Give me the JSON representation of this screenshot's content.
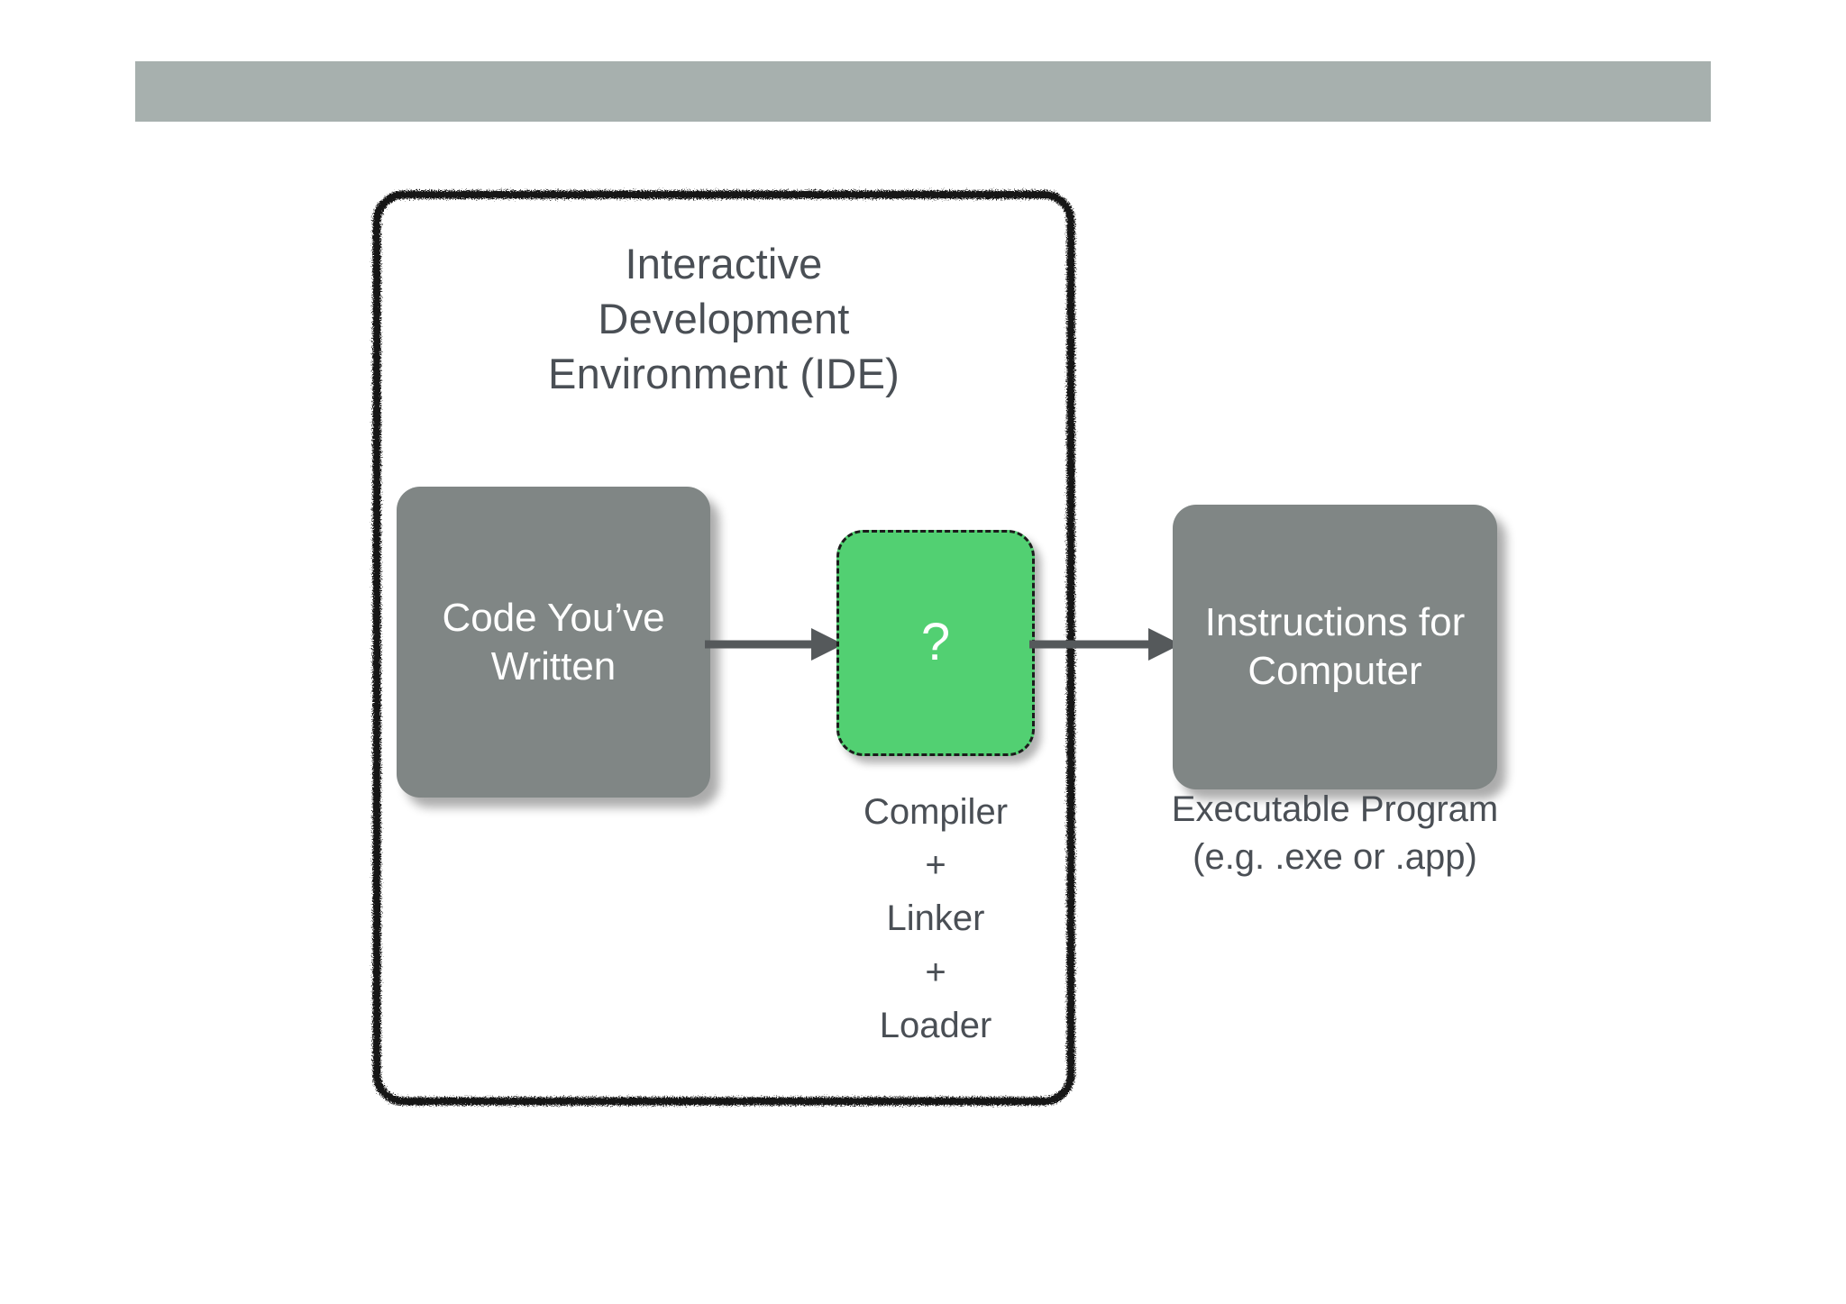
{
  "header": {
    "title": ""
  },
  "ide": {
    "title_lines": [
      "Interactive",
      "Development",
      "Environment (IDE)"
    ],
    "title_text": "Interactive Development Environment (IDE)"
  },
  "diagram": {
    "boxes": [
      {
        "id": "code",
        "label": "Code You’ve Written",
        "label_lines": [
          "Code You’ve",
          "Written"
        ],
        "fill": "#808685",
        "text_color": "#ffffff"
      },
      {
        "id": "toolchain",
        "label": "?",
        "fill": "#52d072",
        "border": "#1c1c1c",
        "border_style": "dashed",
        "text_color": "#ffffff"
      },
      {
        "id": "instructions",
        "label": "Instructions for Computer",
        "label_lines": [
          "Instructions for",
          "Computer"
        ],
        "fill": "#808685",
        "text_color": "#ffffff"
      }
    ],
    "captions": {
      "toolchain_lines": [
        "Compiler",
        "+",
        "Linker",
        "+",
        "Loader"
      ],
      "toolchain_text": "Compiler + Linker + Loader",
      "executable_lines": [
        "Executable Program",
        "(e.g. .exe or .app)"
      ],
      "executable_text": "Executable Program (e.g. .exe or .app)"
    },
    "arrows": [
      {
        "id": "code-to-toolchain",
        "direction": "right",
        "color": "#55595b"
      },
      {
        "id": "toolchain-to-instructions",
        "direction": "right",
        "color": "#55595b"
      }
    ]
  },
  "colors": {
    "header_bar": "#a7b0ae",
    "box_gray": "#808685",
    "box_green": "#52d072",
    "text_dark": "#4a4f55",
    "text_light": "#ffffff",
    "sketch_border": "#141414",
    "arrow": "#55595b",
    "background": "#ffffff"
  }
}
